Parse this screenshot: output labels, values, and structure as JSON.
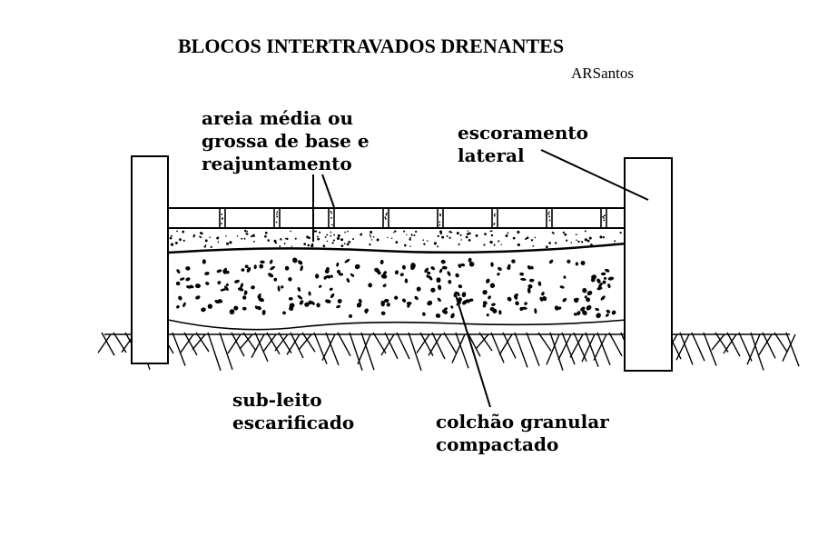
{
  "title": "BLOCOS INTERTRAVADOS DRENANTES",
  "author": "ARSantos",
  "labels": {
    "sand": [
      "areia média ou",
      "grossa de base e",
      "reajuntamento"
    ],
    "lateral": [
      "escoramento",
      "lateral"
    ],
    "subgrade": [
      "sub-leito",
      "escarificado"
    ],
    "granular": [
      "colchão granular",
      "compactado"
    ]
  }
}
